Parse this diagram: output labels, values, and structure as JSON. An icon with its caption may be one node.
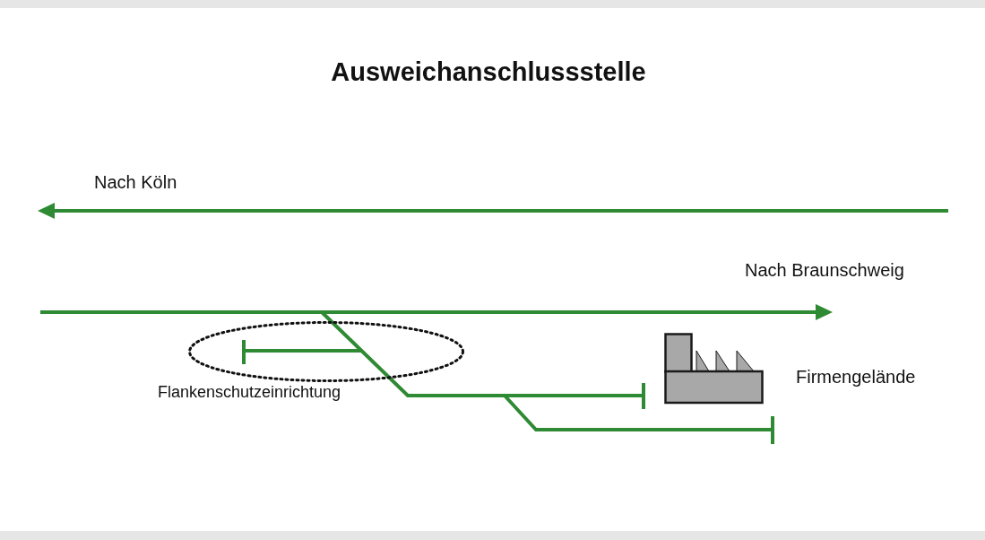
{
  "diagram": {
    "title": "Ausweichanschlussstelle",
    "nodes": [
      {
        "text": [
          "Flankenschutzeinrichtung"
        ]
      },
      {
        "text": [],
        "shape": "picture",
        "beside": [
          "Firmengelände"
        ]
      }
    ],
    "labels": [
      "Nach Köln",
      "Nach Braunschweig"
    ]
  }
}
